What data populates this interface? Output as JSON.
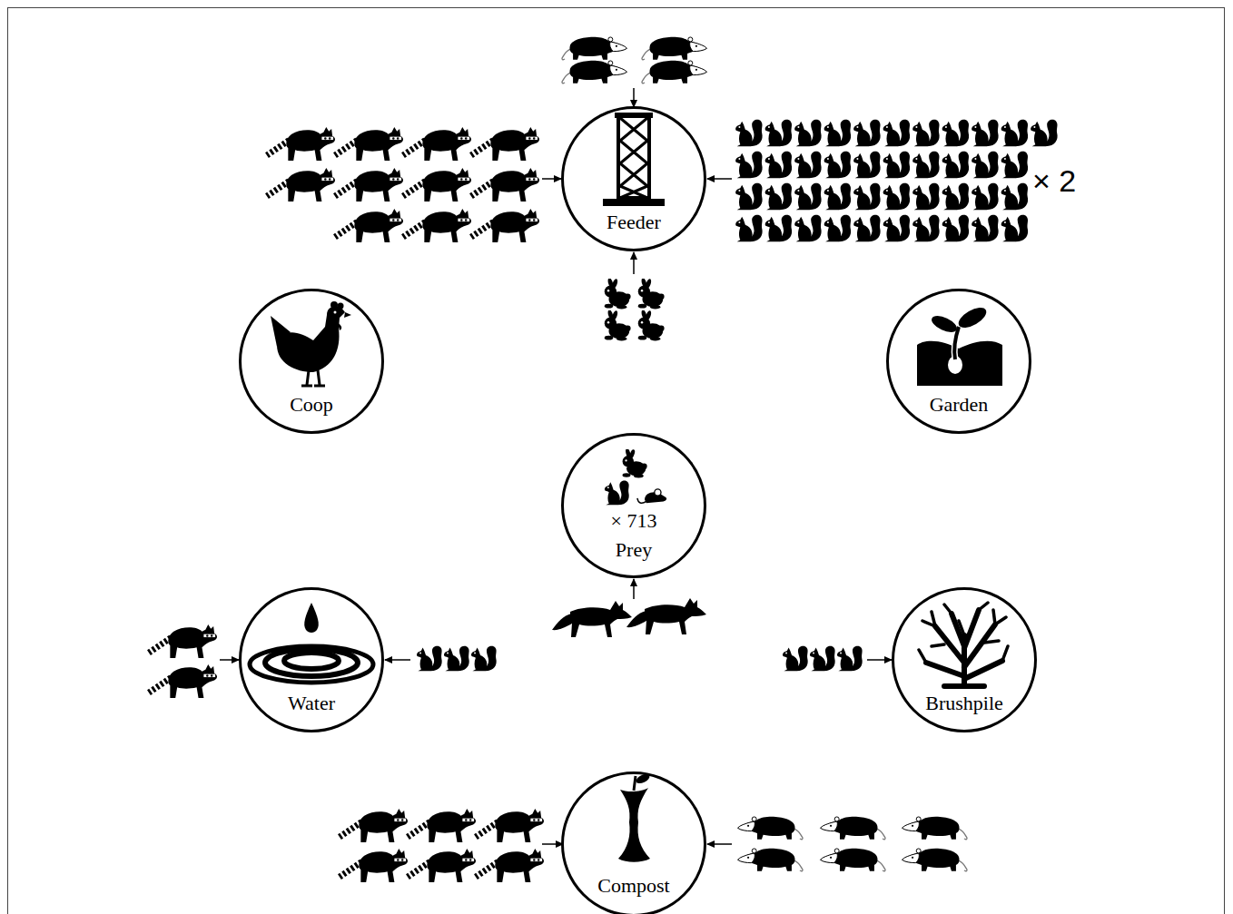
{
  "diagram": {
    "nodes": [
      {
        "text": [
          "Feeder"
        ]
      },
      {
        "text": [
          "Coop"
        ]
      },
      {
        "text": [
          "Garden"
        ]
      },
      {
        "text": [
          "× 713",
          "Prey"
        ]
      },
      {
        "text": [
          "Water"
        ]
      },
      {
        "text": [
          "Brushpile"
        ]
      },
      {
        "text": [
          "Compost"
        ]
      }
    ],
    "labels": [
      "× 2"
    ]
  }
}
